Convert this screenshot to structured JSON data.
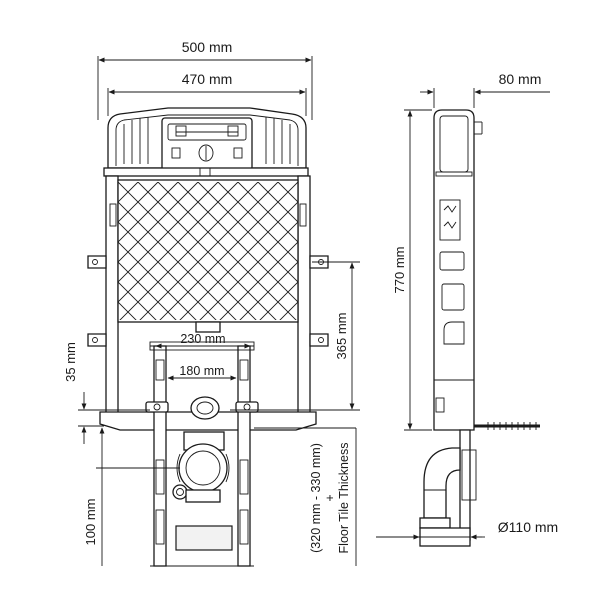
{
  "dimensions": {
    "overall_width": "500 mm",
    "frame_width": "470 mm",
    "depth": "80 mm",
    "height": "770 mm",
    "outlet_height": "365 mm",
    "bolt_spacing_outer": "230 mm",
    "bolt_spacing_inner": "180 mm",
    "offset_35": "35 mm",
    "offset_100": "100 mm",
    "pipe_diameter": "Ø110 mm",
    "floor_range": "(320 mm - 330 mm)",
    "floor_plus": "+",
    "floor_tile": "Floor Tile Thickness"
  }
}
